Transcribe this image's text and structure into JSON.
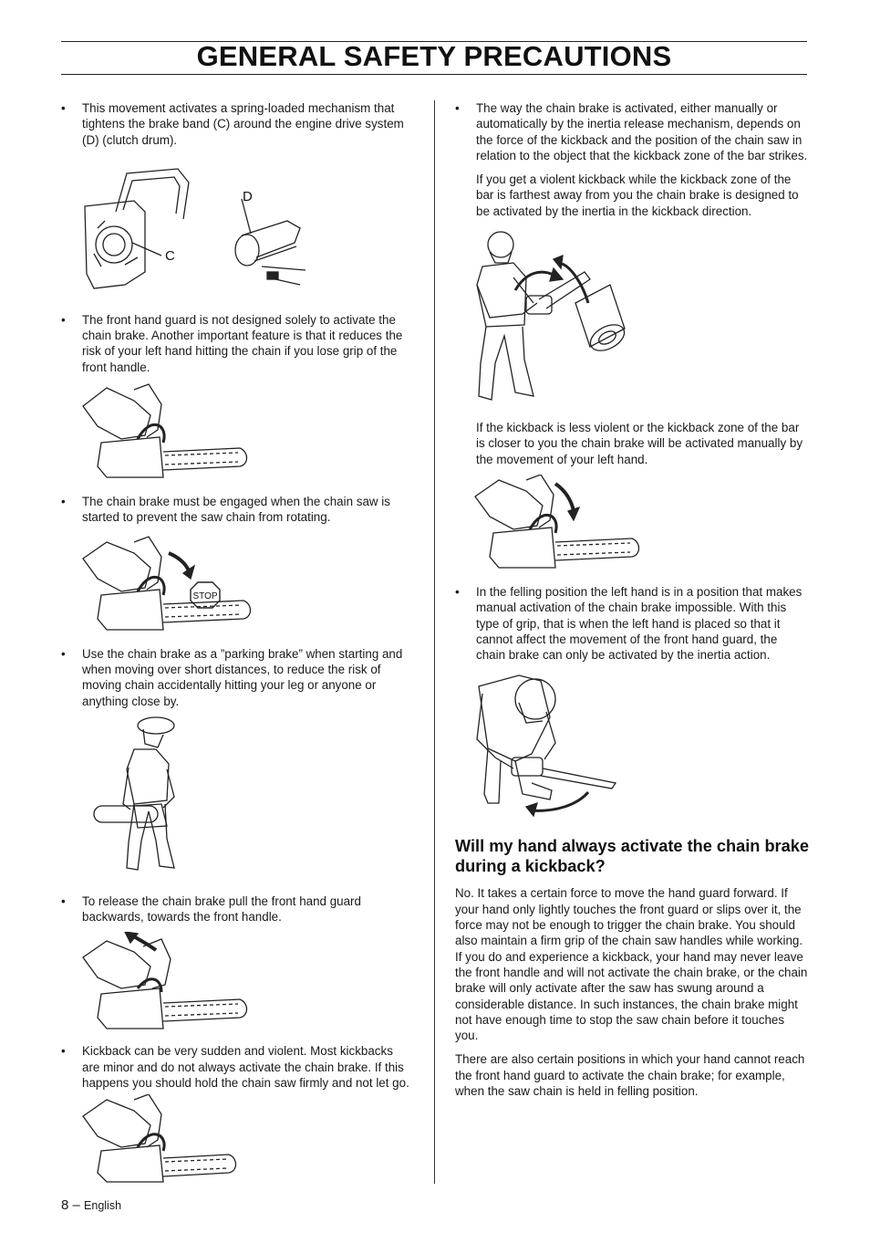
{
  "header": {
    "title": "GENERAL SAFETY PRECAUTIONS"
  },
  "left_column": {
    "b1": "This movement activates a spring-loaded mechanism that tightens the brake band (C) around the engine drive system (D) (clutch drum).",
    "fig1_labels": {
      "d": "D",
      "c": "C"
    },
    "b2": "The front hand guard is not designed solely to activate the chain brake. Another important feature is that it reduces the risk of your left hand hitting the chain if you lose grip of the front handle.",
    "b3": "The chain brake must be engaged when the chain saw is started to prevent the saw chain from rotating.",
    "stop_sign": "STOP",
    "b4": "Use the chain brake as a ”parking brake” when starting and when moving over short distances, to reduce the risk of moving chain accidentally hitting your leg or anyone or anything close by.",
    "b5": "To release the chain brake pull the front hand guard backwards, towards the front handle.",
    "b6": "Kickback can be very sudden and violent. Most kickbacks are minor and do not always activate the chain brake. If this happens you should hold the chain saw firmly and not let go."
  },
  "right_column": {
    "b1": "The way the chain brake is activated, either manually or automatically by the inertia release mechanism, depends on the force of the kickback and the position of the chain saw in relation to the object that the kickback zone of the bar strikes.",
    "p1": "If you get a violent kickback while the kickback zone of the bar is farthest away from you the chain brake is designed to be activated by the inertia in the kickback direction.",
    "p2": "If the kickback is less violent or the kickback zone of the bar is closer to you the chain brake will be activated manually by the movement of your left hand.",
    "b2": "In the felling position the left hand is in a position that makes manual activation of the chain brake impossible. With this type of grip, that is when the left hand is placed so that it cannot affect the movement of the front hand guard, the chain brake can only be activated by the inertia action.",
    "heading": "Will my hand always activate the chain brake during a kickback?",
    "p3": "No. It takes a certain force to move the hand guard forward. If your hand only lightly touches the front guard or slips over it, the force may not be enough to trigger the chain brake. You should also maintain a firm grip of the chain saw handles while working. If you do and experience a kickback, your hand may never leave the front handle and will not activate the chain brake, or the chain brake will only activate after the saw has swung around a considerable distance. In such instances, the chain brake might not have enough time to stop the saw chain before it touches you.",
    "p4": "There are also certain positions in which your hand cannot reach the front hand guard to activate the chain brake; for example, when the saw chain is held in felling position."
  },
  "footer": {
    "page": "8 –",
    "lang": "English"
  },
  "bullet_char": "•"
}
